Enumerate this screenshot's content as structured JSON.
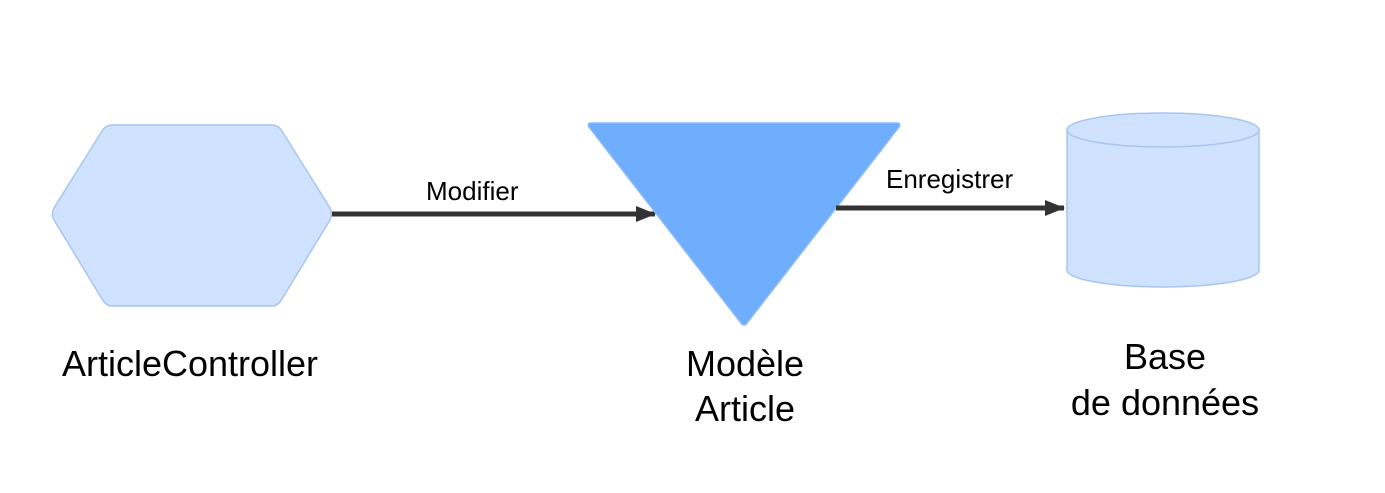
{
  "colors": {
    "light_fill": "#cfe2ff",
    "light_stroke": "#a9c4ee",
    "model_fill": "#6eaefc",
    "model_stroke": "#8ab9f5",
    "arrow": "#333333"
  },
  "nodes": {
    "controller": {
      "shape": "hexagon",
      "label": "ArticleController"
    },
    "model": {
      "shape": "inverted-triangle",
      "label_line1": "Modèle",
      "label_line2": "Article"
    },
    "database": {
      "shape": "cylinder",
      "label_line1": "Base",
      "label_line2": "de données"
    }
  },
  "edges": {
    "controller_to_model": {
      "label": "Modifier"
    },
    "model_to_database": {
      "label": "Enregistrer"
    }
  }
}
